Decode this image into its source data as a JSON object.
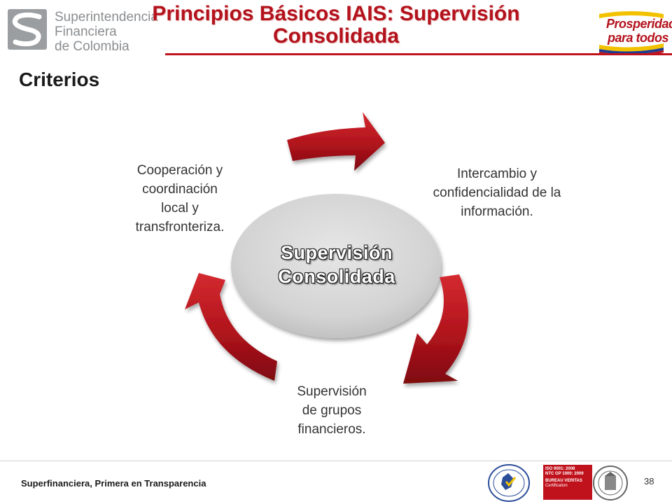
{
  "header": {
    "org_line1": "Superintendencia",
    "org_line2": "Financiera",
    "org_line3": "de Colombia",
    "title_line1": "Principios Básicos IAIS: Supervisión",
    "title_line2": "Consolidada",
    "pros_line1": "Prosperidad",
    "pros_line2": "para todos"
  },
  "section_title": "Criterios",
  "diagram": {
    "center_line1": "Supervisión",
    "center_line2": "Consolidada",
    "nodes": {
      "top_right": [
        "Intercambio y",
        "confidencialidad de la",
        "información."
      ],
      "bottom": [
        "Supervisión",
        "de grupos",
        "financieros."
      ],
      "left": [
        "Cooperación y",
        "coordinación",
        "local y",
        "transfronteriza."
      ]
    }
  },
  "footer": {
    "tagline": "Superfinanciera, Primera en Transparencia",
    "page_number": "38",
    "cert_text_1": "ISO 9001: 2008",
    "cert_text_2": "NTC GP 1000: 2009",
    "cert_text_3": "BUREAU VERITAS",
    "cert_text_4": "Certification"
  },
  "colors": {
    "brand_red": "#b3121c",
    "arrow_dark": "#8c0a12",
    "arrow_light": "#d42a30",
    "center_fill": "#d6d6d6",
    "logo_gray": "#8a8d90"
  }
}
